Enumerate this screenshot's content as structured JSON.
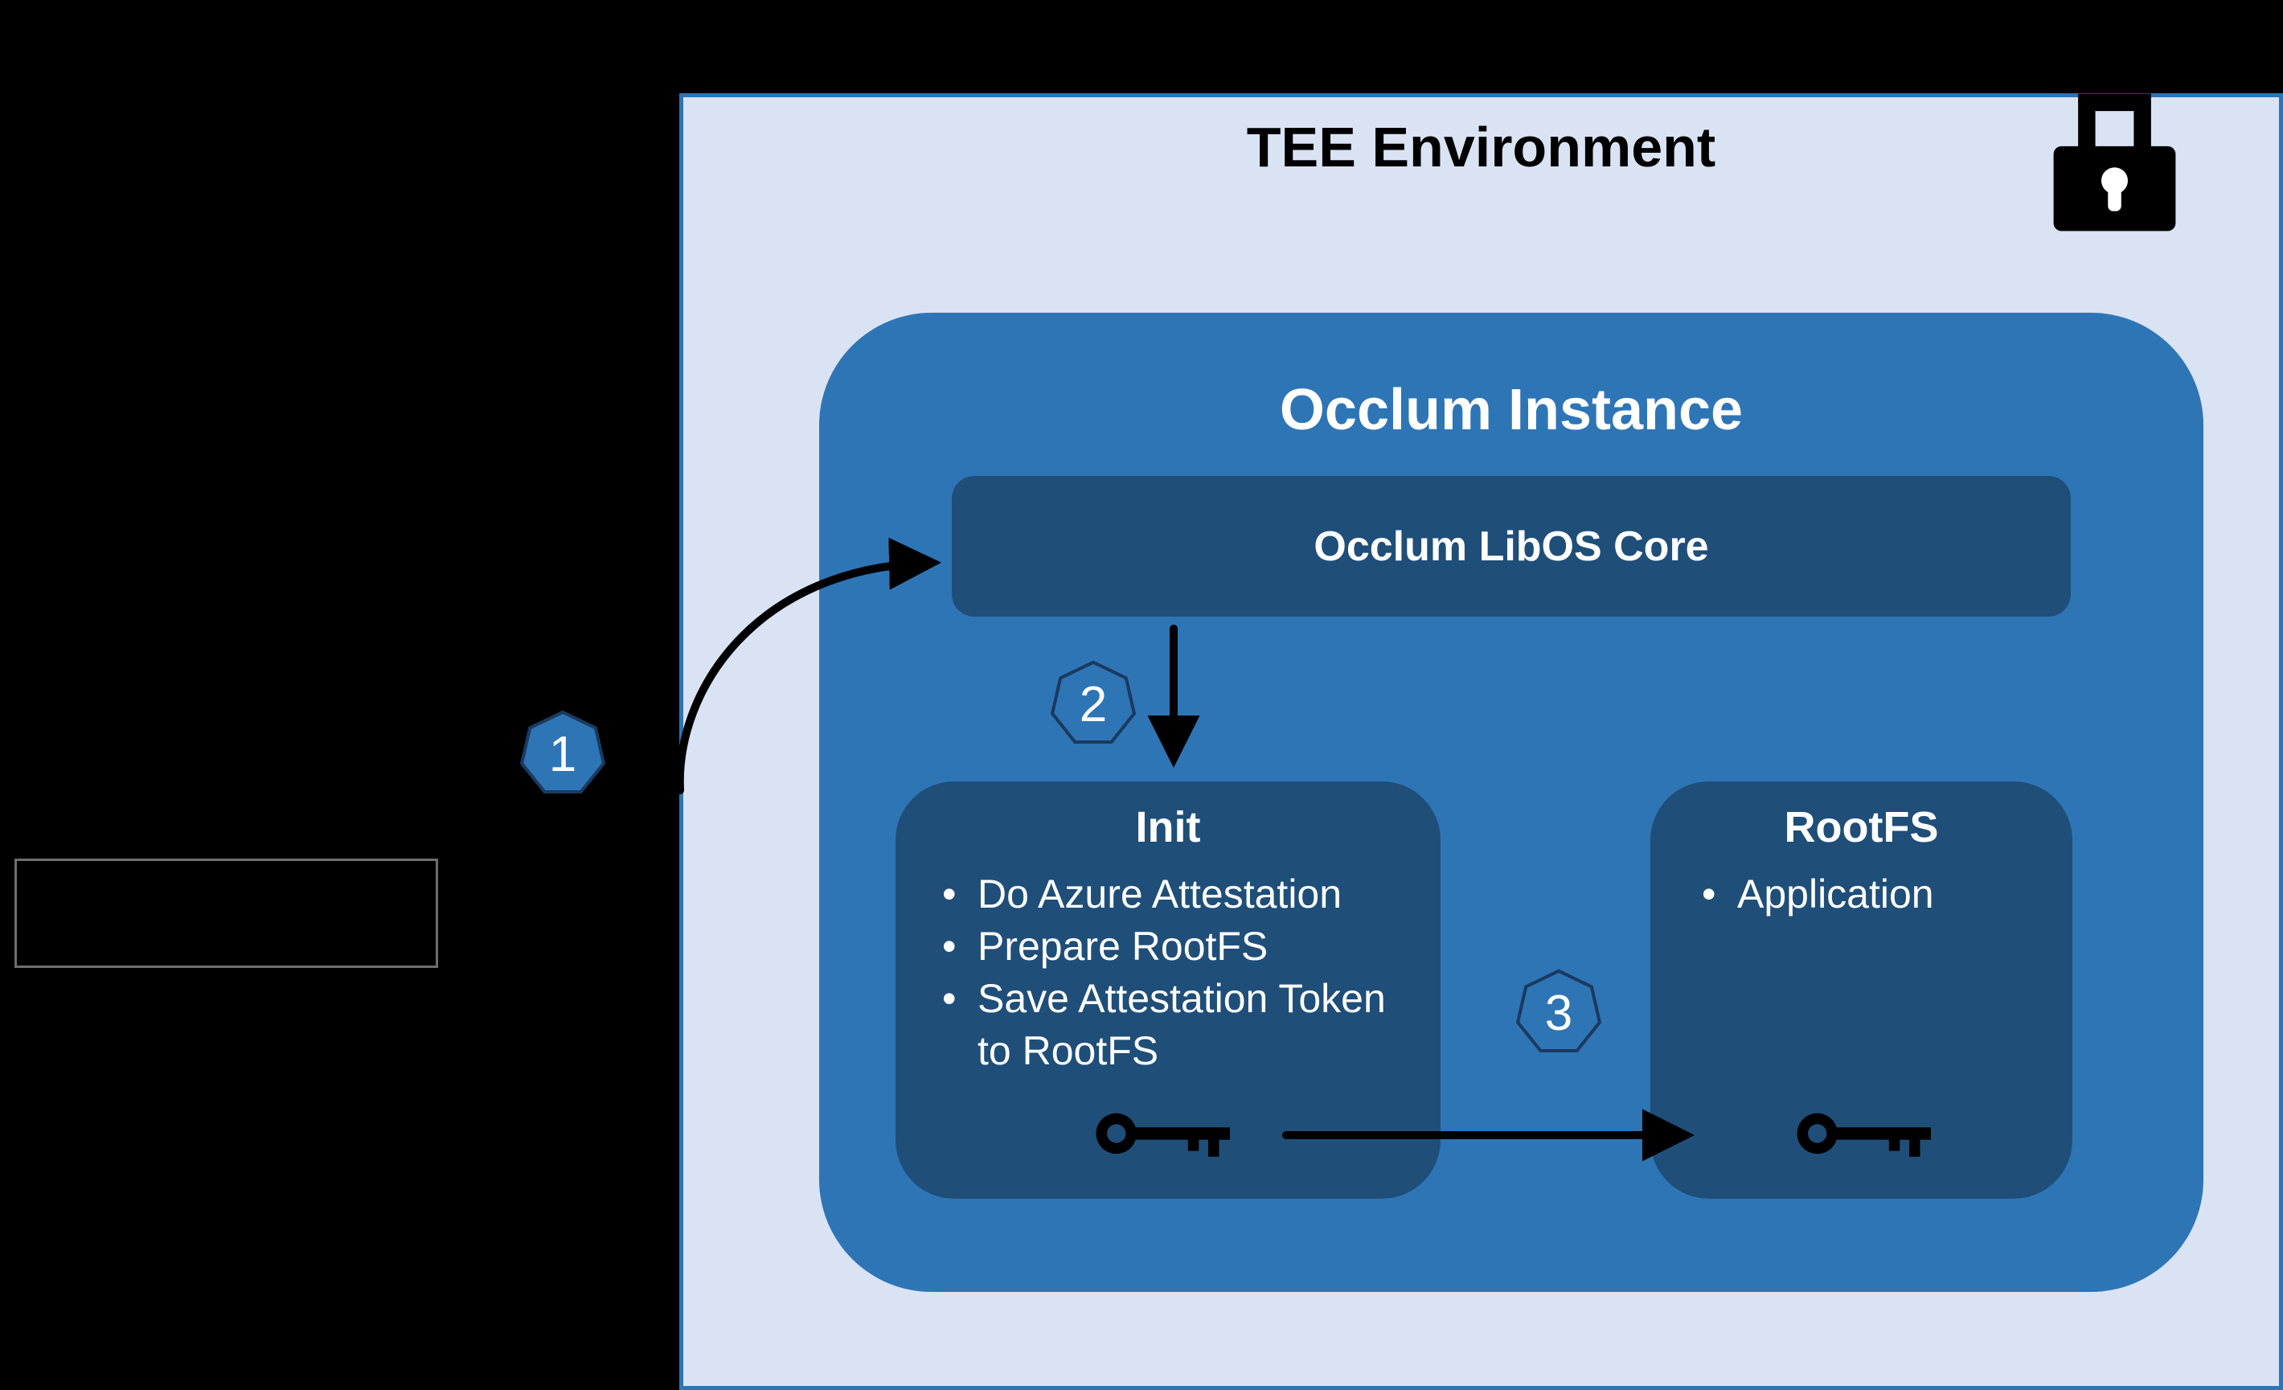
{
  "tee": {
    "title": "TEE Environment"
  },
  "occlum": {
    "title": "Occlum Instance"
  },
  "libos": {
    "label": "Occlum LibOS Core"
  },
  "init": {
    "title": "Init",
    "bullets": [
      "Do Azure Attestation",
      "Prepare RootFS",
      "Save Attestation Token to RootFS"
    ]
  },
  "rootfs": {
    "title": "RootFS",
    "bullets": [
      "Application"
    ]
  },
  "steps": {
    "one": "1",
    "two": "2",
    "three": "3"
  },
  "icons": {
    "lock": "lock-icon",
    "init_key": "key-icon",
    "rootfs_key": "key-icon"
  },
  "colors": {
    "background": "#000000",
    "tee_fill": "#dae3f3",
    "tee_border": "#2e74b5",
    "occlum_fill": "#2e75b6",
    "inner_fill": "#1f4e79",
    "badge_fill": "#2e75b6",
    "badge_border": "#1b3a5f",
    "arrow": "#000000",
    "title_text": "#000000",
    "light_text": "#ffffff"
  }
}
